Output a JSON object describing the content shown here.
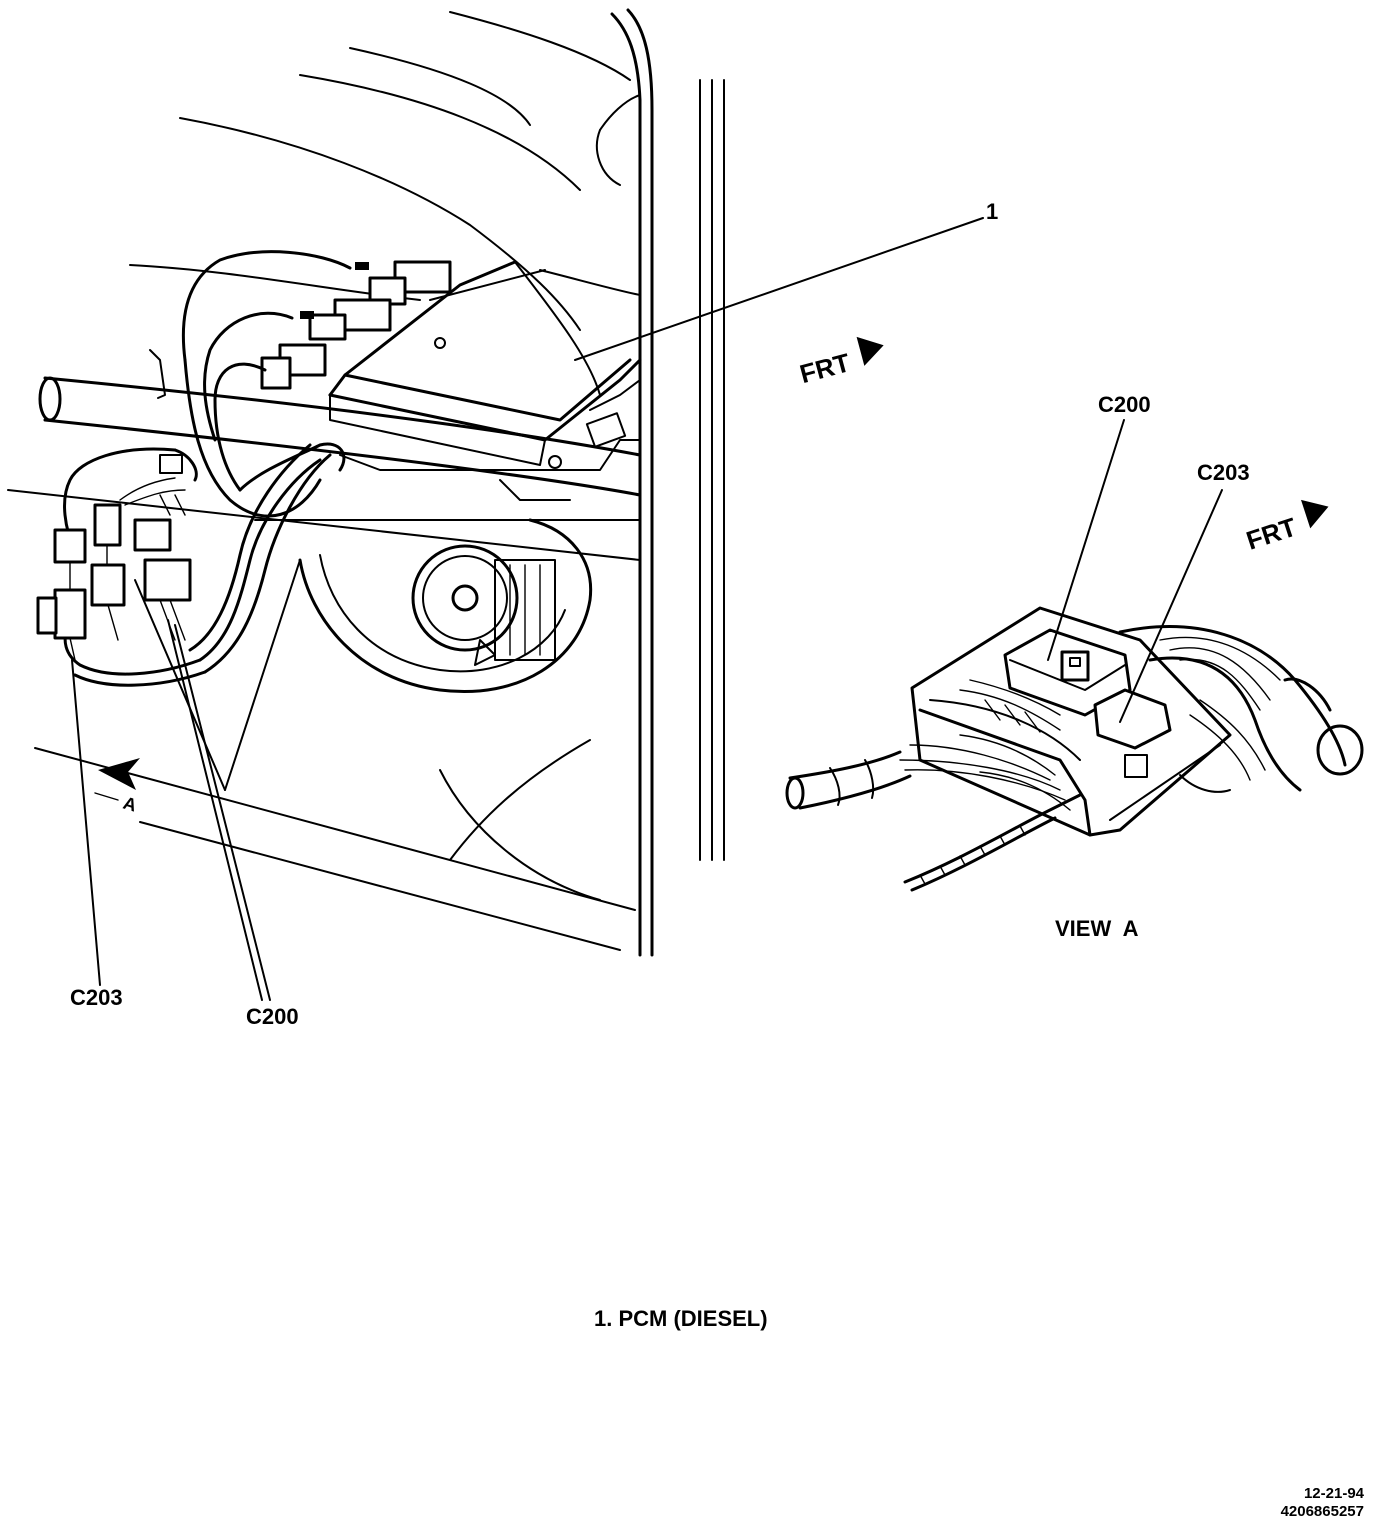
{
  "labels": {
    "callout_1": "1",
    "frt_main": "FRT",
    "frt_view": "FRT",
    "view_a_arrow": "A",
    "c203_main": "C203",
    "c200_main": "C200",
    "c200_view": "C200",
    "c203_view": "C203",
    "view_a_title": "VIEW  A"
  },
  "legend": {
    "item_1": "1. PCM (DIESEL)"
  },
  "footer": {
    "date": "12-21-94",
    "drawing_number": "4206865257"
  }
}
